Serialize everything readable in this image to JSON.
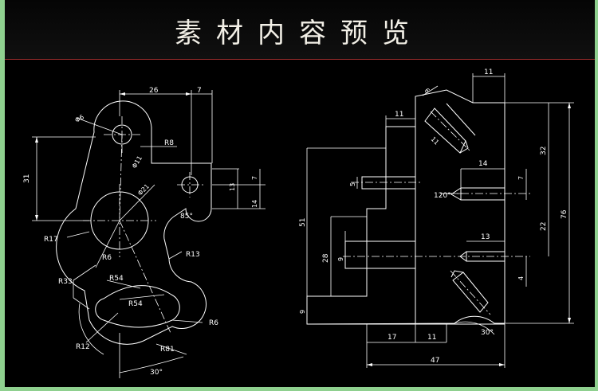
{
  "title": "素材内容预览",
  "colors": {
    "background": "#000000",
    "line": "#ffffff",
    "frame": "#8fd08f",
    "rule": "#9b2d2d"
  },
  "left_view": {
    "dims": {
      "d26": "26",
      "d7": "7",
      "d31": "31",
      "phi6": "Φ6",
      "r8": "R8",
      "phi11": "Φ11",
      "phi21": "Φ21",
      "d13": "13",
      "d7b": "7",
      "d14": "14",
      "a85": "85°",
      "r17": "R17",
      "r13": "R13",
      "r6a": "R6",
      "r33": "R33",
      "r54a": "R54",
      "r54b": "R54",
      "r6b": "R6",
      "r12": "R12",
      "r81": "R81",
      "a30": "30°"
    }
  },
  "right_view": {
    "dims": {
      "d11top": "11",
      "d6": "6",
      "d11a": "11",
      "d11b": "11",
      "d32": "32",
      "d14": "14",
      "d7": "7",
      "d5": "5",
      "a120": "120°",
      "d51": "51",
      "d76": "76",
      "d22": "22",
      "d13": "13",
      "d28": "28",
      "d9": "9",
      "d4": "4",
      "d9b": "9",
      "d17": "17",
      "d11c": "11",
      "a30": "30°",
      "d47": "47"
    }
  }
}
